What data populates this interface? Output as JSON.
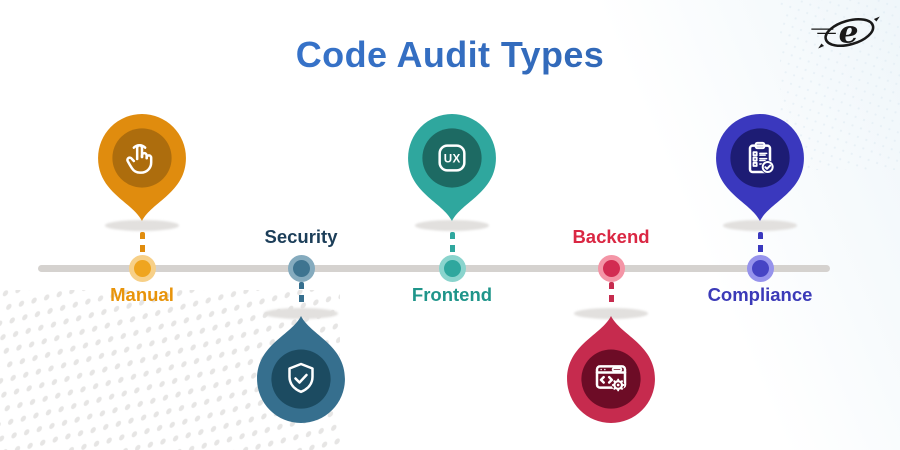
{
  "header": {
    "title": "Code Audit Types",
    "gradient_from": "#3B7CD9",
    "gradient_to": "#2D5FA8"
  },
  "logo": {
    "letter": "e",
    "color": "#191919"
  },
  "timeline": {
    "color": "#D5D2CF",
    "shadow_color": "#E2E0DE"
  },
  "background": {
    "halftone_color": "#DEDDDC",
    "corner_tint": "#EFF6FA"
  },
  "nodes": [
    {
      "label": "Manual",
      "side": "up",
      "icon": "tap-hand-icon",
      "pin_color": "#E08C0E",
      "inner_color": "#AD6D0D",
      "ring_color": "#F7D088",
      "dot_color": "#EFA51F",
      "label_color": "#E8940B"
    },
    {
      "label": "Security",
      "side": "down",
      "icon": "shield-check-icon",
      "pin_color": "#366F8E",
      "inner_color": "#1C4B61",
      "ring_color": "#85ABBE",
      "dot_color": "#3E7490",
      "label_color": "#1C3E59"
    },
    {
      "label": "Frontend",
      "side": "up",
      "icon": "ux-badge-icon",
      "icon_text": "UX",
      "pin_color": "#2FA79E",
      "inner_color": "#1D6A63",
      "ring_color": "#8AD4CD",
      "dot_color": "#2FA79E",
      "label_color": "#1F958A"
    },
    {
      "label": "Backend",
      "side": "down",
      "icon": "code-window-gear-icon",
      "pin_color": "#C62B4E",
      "inner_color": "#6D0C26",
      "ring_color": "#F495A6",
      "dot_color": "#D22C51",
      "label_color": "#DA2743"
    },
    {
      "label": "Compliance",
      "side": "up",
      "icon": "clipboard-checklist-icon",
      "pin_color": "#3A38BE",
      "inner_color": "#1D1C74",
      "ring_color": "#9693EC",
      "dot_color": "#4644C4",
      "label_color": "#3B3AB8"
    }
  ]
}
